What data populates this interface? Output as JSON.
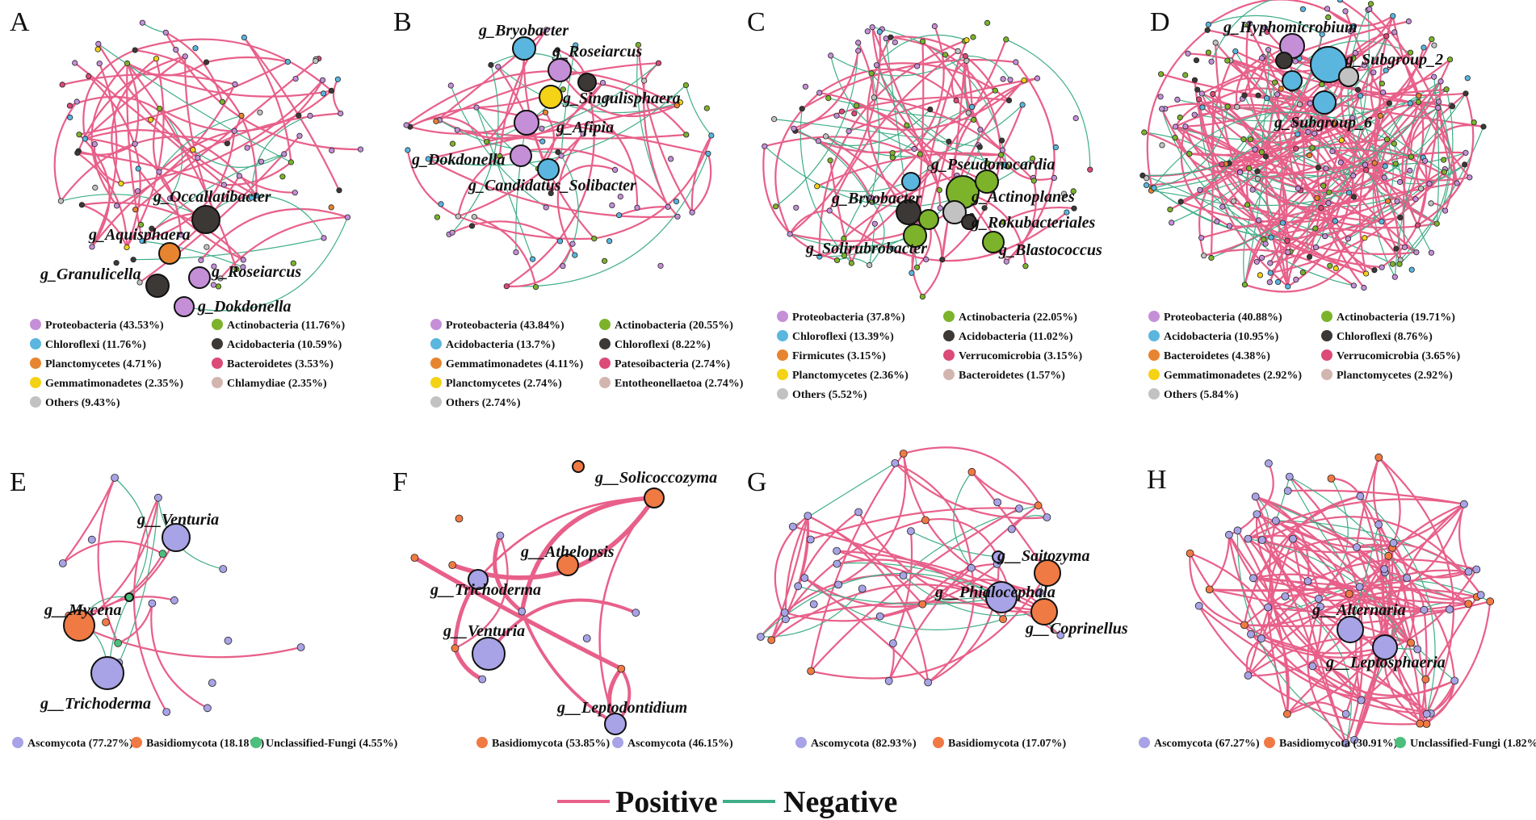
{
  "colors": {
    "Proteobacteria": "#c58fd8",
    "Actinobacteria": "#7cb32b",
    "Chloroflexi": "#5ab6de",
    "Acidobacteria": "#3c3835",
    "Planctomycetes": "#e7842f",
    "Bacteroidetes": "#dc4a78",
    "Gemmatimonadetes": "#f4d215",
    "Chlamydiae": "#d3b5b0",
    "Others": "#c2c2c2",
    "Patesoibacteria": "#dc4a78",
    "Entotheonellaetoa": "#d3b5b0",
    "Firmicutes": "#e7842f",
    "Verrucomicrobia": "#dc4a78",
    "Ascomycota": "#a8a3e6",
    "Basidiomycota": "#f07a43",
    "Unclassified-Fungi": "#4cbf7c",
    "positive": "#e8608a",
    "negative": "#3fae87"
  },
  "key": {
    "positive": "Positive",
    "negative": "Negative"
  },
  "panels": [
    {
      "letter": "A",
      "genera": [
        "g_Occallatibacter",
        "g_Aquisphaera",
        "g_Granulicella",
        "g_Roseiarcus",
        "g_Dokdonella"
      ],
      "legend": [
        {
          "taxon": "Proteobacteria",
          "label": "Proteobacteria (43.53%)"
        },
        {
          "taxon": "Actinobacteria",
          "label": "Actinobacteria (11.76%)"
        },
        {
          "taxon": "Chloroflexi",
          "label": "Chloroflexi (11.76%)"
        },
        {
          "taxon": "Acidobacteria",
          "label": "Acidobacteria (10.59%)"
        },
        {
          "taxon": "Planctomycetes",
          "label": "Planctomycetes (4.71%)"
        },
        {
          "taxon": "Bacteroidetes",
          "label": "Bacteroidetes (3.53%)"
        },
        {
          "taxon": "Gemmatimonadetes",
          "label": "Gemmatimonadetes (2.35%)"
        },
        {
          "taxon": "Chlamydiae",
          "label": "Chlamydiae (2.35%)"
        },
        {
          "taxon": "Others",
          "label": "Others (9.43%)"
        }
      ]
    },
    {
      "letter": "B",
      "genera": [
        "g_Bryobacter",
        "g_Roseiarcus",
        "g_Singulisphaera",
        "g_Afipia",
        "g_Dokdonella",
        "g_Candidatus_Solibacter"
      ],
      "legend": [
        {
          "taxon": "Proteobacteria",
          "label": "Proteobacteria (43.84%)"
        },
        {
          "taxon": "Actinobacteria",
          "label": "Actinobacteria (20.55%)"
        },
        {
          "taxon": "Chloroflexi",
          "label": "Acidobacteria (13.7%)"
        },
        {
          "taxon": "Acidobacteria",
          "label": "Chloroflexi (8.22%)"
        },
        {
          "taxon": "Planctomycetes",
          "label": "Gemmatimonadetes (4.11%)"
        },
        {
          "taxon": "Patesoibacteria",
          "label": "Patesoibacteria (2.74%)"
        },
        {
          "taxon": "Gemmatimonadetes",
          "label": "Planctomycetes (2.74%)"
        },
        {
          "taxon": "Entotheonellaetoa",
          "label": "Entotheonellaetoa (2.74%)"
        },
        {
          "taxon": "Others",
          "label": "Others (2.74%)"
        }
      ]
    },
    {
      "letter": "C",
      "genera": [
        "g_Pseudonocardia",
        "g_Bryobacter",
        "g_Actinoplanes",
        "g_Rokubacteriales",
        "g_Solirubrobacter",
        "g_Blastococcus"
      ],
      "legend": [
        {
          "taxon": "Proteobacteria",
          "label": "Proteobacteria (37.8%)"
        },
        {
          "taxon": "Actinobacteria",
          "label": "Actinobacteria (22.05%)"
        },
        {
          "taxon": "Chloroflexi",
          "label": "Chloroflexi (13.39%)"
        },
        {
          "taxon": "Acidobacteria",
          "label": "Acidobacteria (11.02%)"
        },
        {
          "taxon": "Firmicutes",
          "label": "Firmicutes (3.15%)"
        },
        {
          "taxon": "Verrucomicrobia",
          "label": "Verrucomicrobia (3.15%)"
        },
        {
          "taxon": "Gemmatimonadetes",
          "label": "Planctomycetes (2.36%)"
        },
        {
          "taxon": "Chlamydiae",
          "label": "Bacteroidetes (1.57%)"
        },
        {
          "taxon": "Others",
          "label": "Others (5.52%)"
        }
      ]
    },
    {
      "letter": "D",
      "genera": [
        "g_Hyphomicrobium",
        "g_Subgroup_2",
        "g_Subgroup_6"
      ],
      "legend": [
        {
          "taxon": "Proteobacteria",
          "label": "Proteobacteria (40.88%)"
        },
        {
          "taxon": "Actinobacteria",
          "label": "Actinobacteria (19.71%)"
        },
        {
          "taxon": "Chloroflexi",
          "label": "Acidobacteria (10.95%)"
        },
        {
          "taxon": "Acidobacteria",
          "label": "Chloroflexi (8.76%)"
        },
        {
          "taxon": "Planctomycetes",
          "label": "Bacteroidetes (4.38%)"
        },
        {
          "taxon": "Verrucomicrobia",
          "label": "Verrucomicrobia (3.65%)"
        },
        {
          "taxon": "Gemmatimonadetes",
          "label": "Gemmatimonadetes (2.92%)"
        },
        {
          "taxon": "Chlamydiae",
          "label": "Planctomycetes (2.92%)"
        },
        {
          "taxon": "Others",
          "label": "Others (5.84%)"
        }
      ]
    },
    {
      "letter": "E",
      "genera": [
        "g__Venturia",
        "g__Mycena",
        "g__Trichoderma"
      ],
      "legend": [
        {
          "taxon": "Ascomycota",
          "label": "Ascomycota (77.27%)"
        },
        {
          "taxon": "Basidiomycota",
          "label": "Basidiomycota (18.18%)"
        },
        {
          "taxon": "Unclassified-Fungi",
          "label": "Unclassified-Fungi (4.55%)"
        }
      ]
    },
    {
      "letter": "F",
      "genera": [
        "g__Solicoccozyma",
        "g__Athelopsis",
        "g__Trichoderma",
        "g__Venturia",
        "g__Leptodontidium"
      ],
      "legend": [
        {
          "taxon": "Basidiomycota",
          "label": "Basidiomycota (53.85%)"
        },
        {
          "taxon": "Ascomycota",
          "label": "Ascomycota (46.15%)"
        }
      ]
    },
    {
      "letter": "G",
      "genera": [
        "g__Saitozyma",
        "g__Phialocephala",
        "g__Coprinellus"
      ],
      "legend": [
        {
          "taxon": "Ascomycota",
          "label": "Ascomycota (82.93%)"
        },
        {
          "taxon": "Basidiomycota",
          "label": "Basidiomycota (17.07%)"
        }
      ]
    },
    {
      "letter": "H",
      "genera": [
        "g__Alternaria",
        "g__Leptosphaeria"
      ],
      "legend": [
        {
          "taxon": "Ascomycota",
          "label": "Ascomycota (67.27%)"
        },
        {
          "taxon": "Basidiomycota",
          "label": "Basidiomycota (30.91%)"
        },
        {
          "taxon": "Unclassified-Fungi",
          "label": "Unclassified-Fungi (1.82%)"
        }
      ]
    }
  ]
}
